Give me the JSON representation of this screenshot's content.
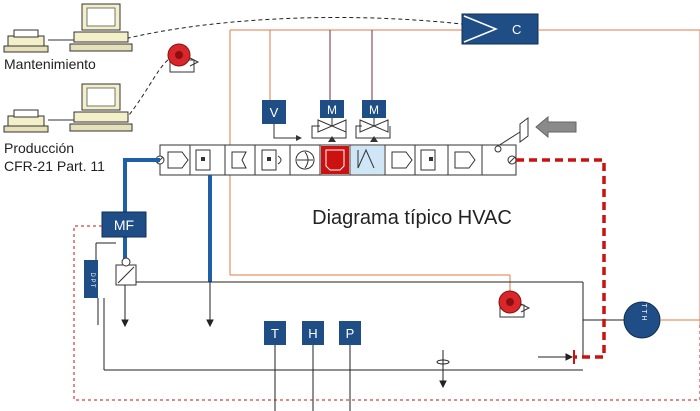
{
  "labels": {
    "maintenance": "Mantenimiento",
    "production_line1": "Producción",
    "production_line2": "CFR-21 Part. 11",
    "title": "Diagrama típico HVAC",
    "controller": "C",
    "mf": "MF",
    "dpt": "D P T",
    "valve_v": "V",
    "valve_m1": "M",
    "valve_m2": "M",
    "sensor_t": "T",
    "sensor_h": "H",
    "sensor_p": "P",
    "tth": "T T H"
  },
  "colors": {
    "signal_blue": "#1f5fa8",
    "alarm_red": "#cc1111",
    "signal_orange": "#e07a4a",
    "line_dark": "#222222",
    "line_purple": "#7a2a4a",
    "box_dark": "#1f4e86",
    "fan_red": "#cc1111",
    "filter_blue": "#cfe6f6",
    "arrow_grey": "#8a8a8a"
  },
  "icons": {
    "printer": "printer-icon",
    "computer": "computer-icon",
    "alarm": "alarm-beacon-icon",
    "airflow_arrow": "airflow-arrow-icon"
  }
}
